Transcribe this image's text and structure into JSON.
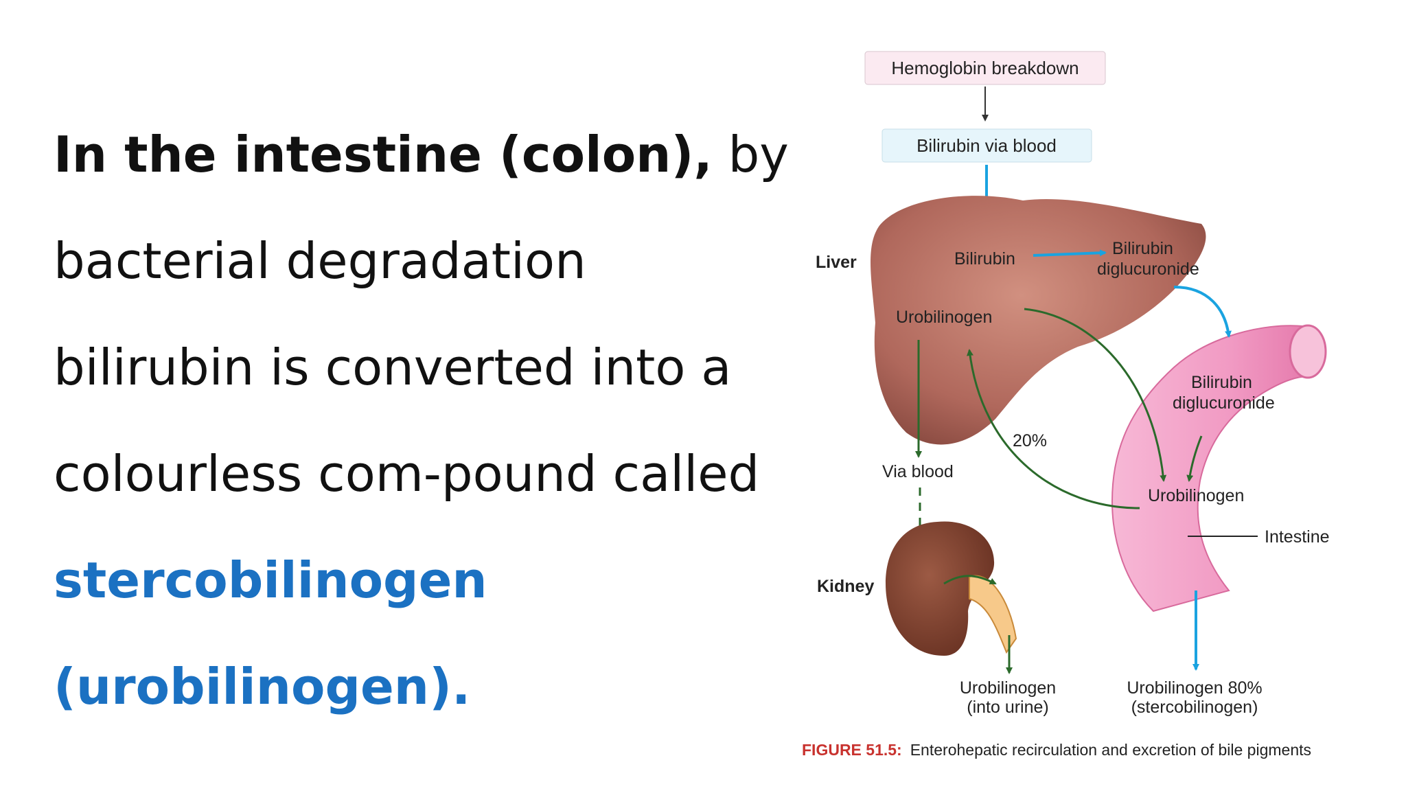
{
  "text": {
    "line1_bold": "In the intestine (colon),",
    "line1_rest": " by",
    "line2": "bacterial degradation",
    "line3": "bilirubin is converted into a",
    "line4": "colourless com-pound called",
    "line5": "stercobilinogen",
    "line6": "(urobilinogen)."
  },
  "figure": {
    "hemoglobin": "Hemoglobin breakdown",
    "bilirubin_blood": "Bilirubin via blood",
    "liver": "Liver",
    "bilirubin": "Bilirubin",
    "bil_diglu_1": "Bilirubin",
    "bil_diglu_2": "diglucuronide",
    "urobilinogen_liver": "Urobilinogen",
    "int_diglu_1": "Bilirubin",
    "int_diglu_2": "diglucuronide",
    "percent20": "20%",
    "via_blood": "Via blood",
    "urobilinogen_int": "Urobilinogen",
    "intestine": "Intestine",
    "kidney": "Kidney",
    "urine_1": "Urobilinogen",
    "urine_2": "(into urine)",
    "sterco_1": "Urobilinogen 80%",
    "sterco_2": "(stercobilinogen)",
    "caption_label": "FIGURE 51.5:",
    "caption_text": "Enterohepatic recirculation and excretion of bile pigments"
  },
  "colors": {
    "text_blue": "#1b71c2",
    "arrow_blue": "#1aa3e0",
    "arrow_green": "#2b6a2b",
    "liver": "#b0685c",
    "intestine": "#f19ac3",
    "kidney": "#8a4a36",
    "caption_red": "#c8322e"
  }
}
